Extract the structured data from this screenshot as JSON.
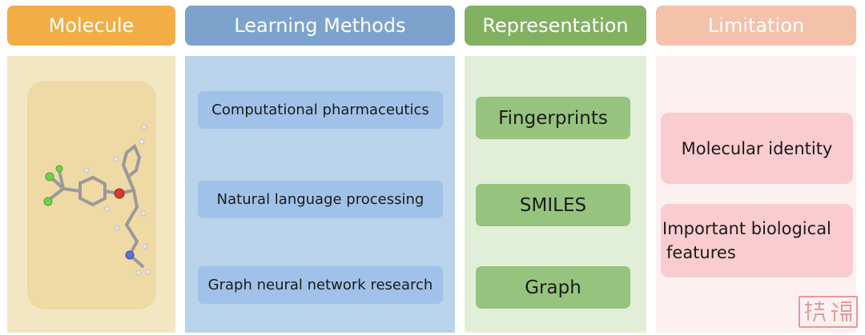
{
  "headers": {
    "molecule": "Molecule",
    "learning_methods": "Learning Methods",
    "representation": "Representation",
    "limitation": "Limitation"
  },
  "learning_methods": [
    "Computational pharmaceutics",
    "Natural language processing",
    "Graph neural network research"
  ],
  "representations": [
    "Fingerprints",
    "SMILES",
    "Graph"
  ],
  "limitations": {
    "item1": "Molecular identity",
    "item2_line1": "Important biological",
    "item2_line2": "features"
  },
  "colors": {
    "molecule_header": "#f2ad45",
    "molecule_bg": "#f3e6c3",
    "learning_header": "#7da3cd",
    "learning_bg": "#b8d3ea",
    "representation_header": "#82b162",
    "representation_bg": "#e2efd8",
    "limitation_header": "#f4c1aa",
    "limitation_bg": "#fcf0f0"
  },
  "watermark": "stamp-seal"
}
